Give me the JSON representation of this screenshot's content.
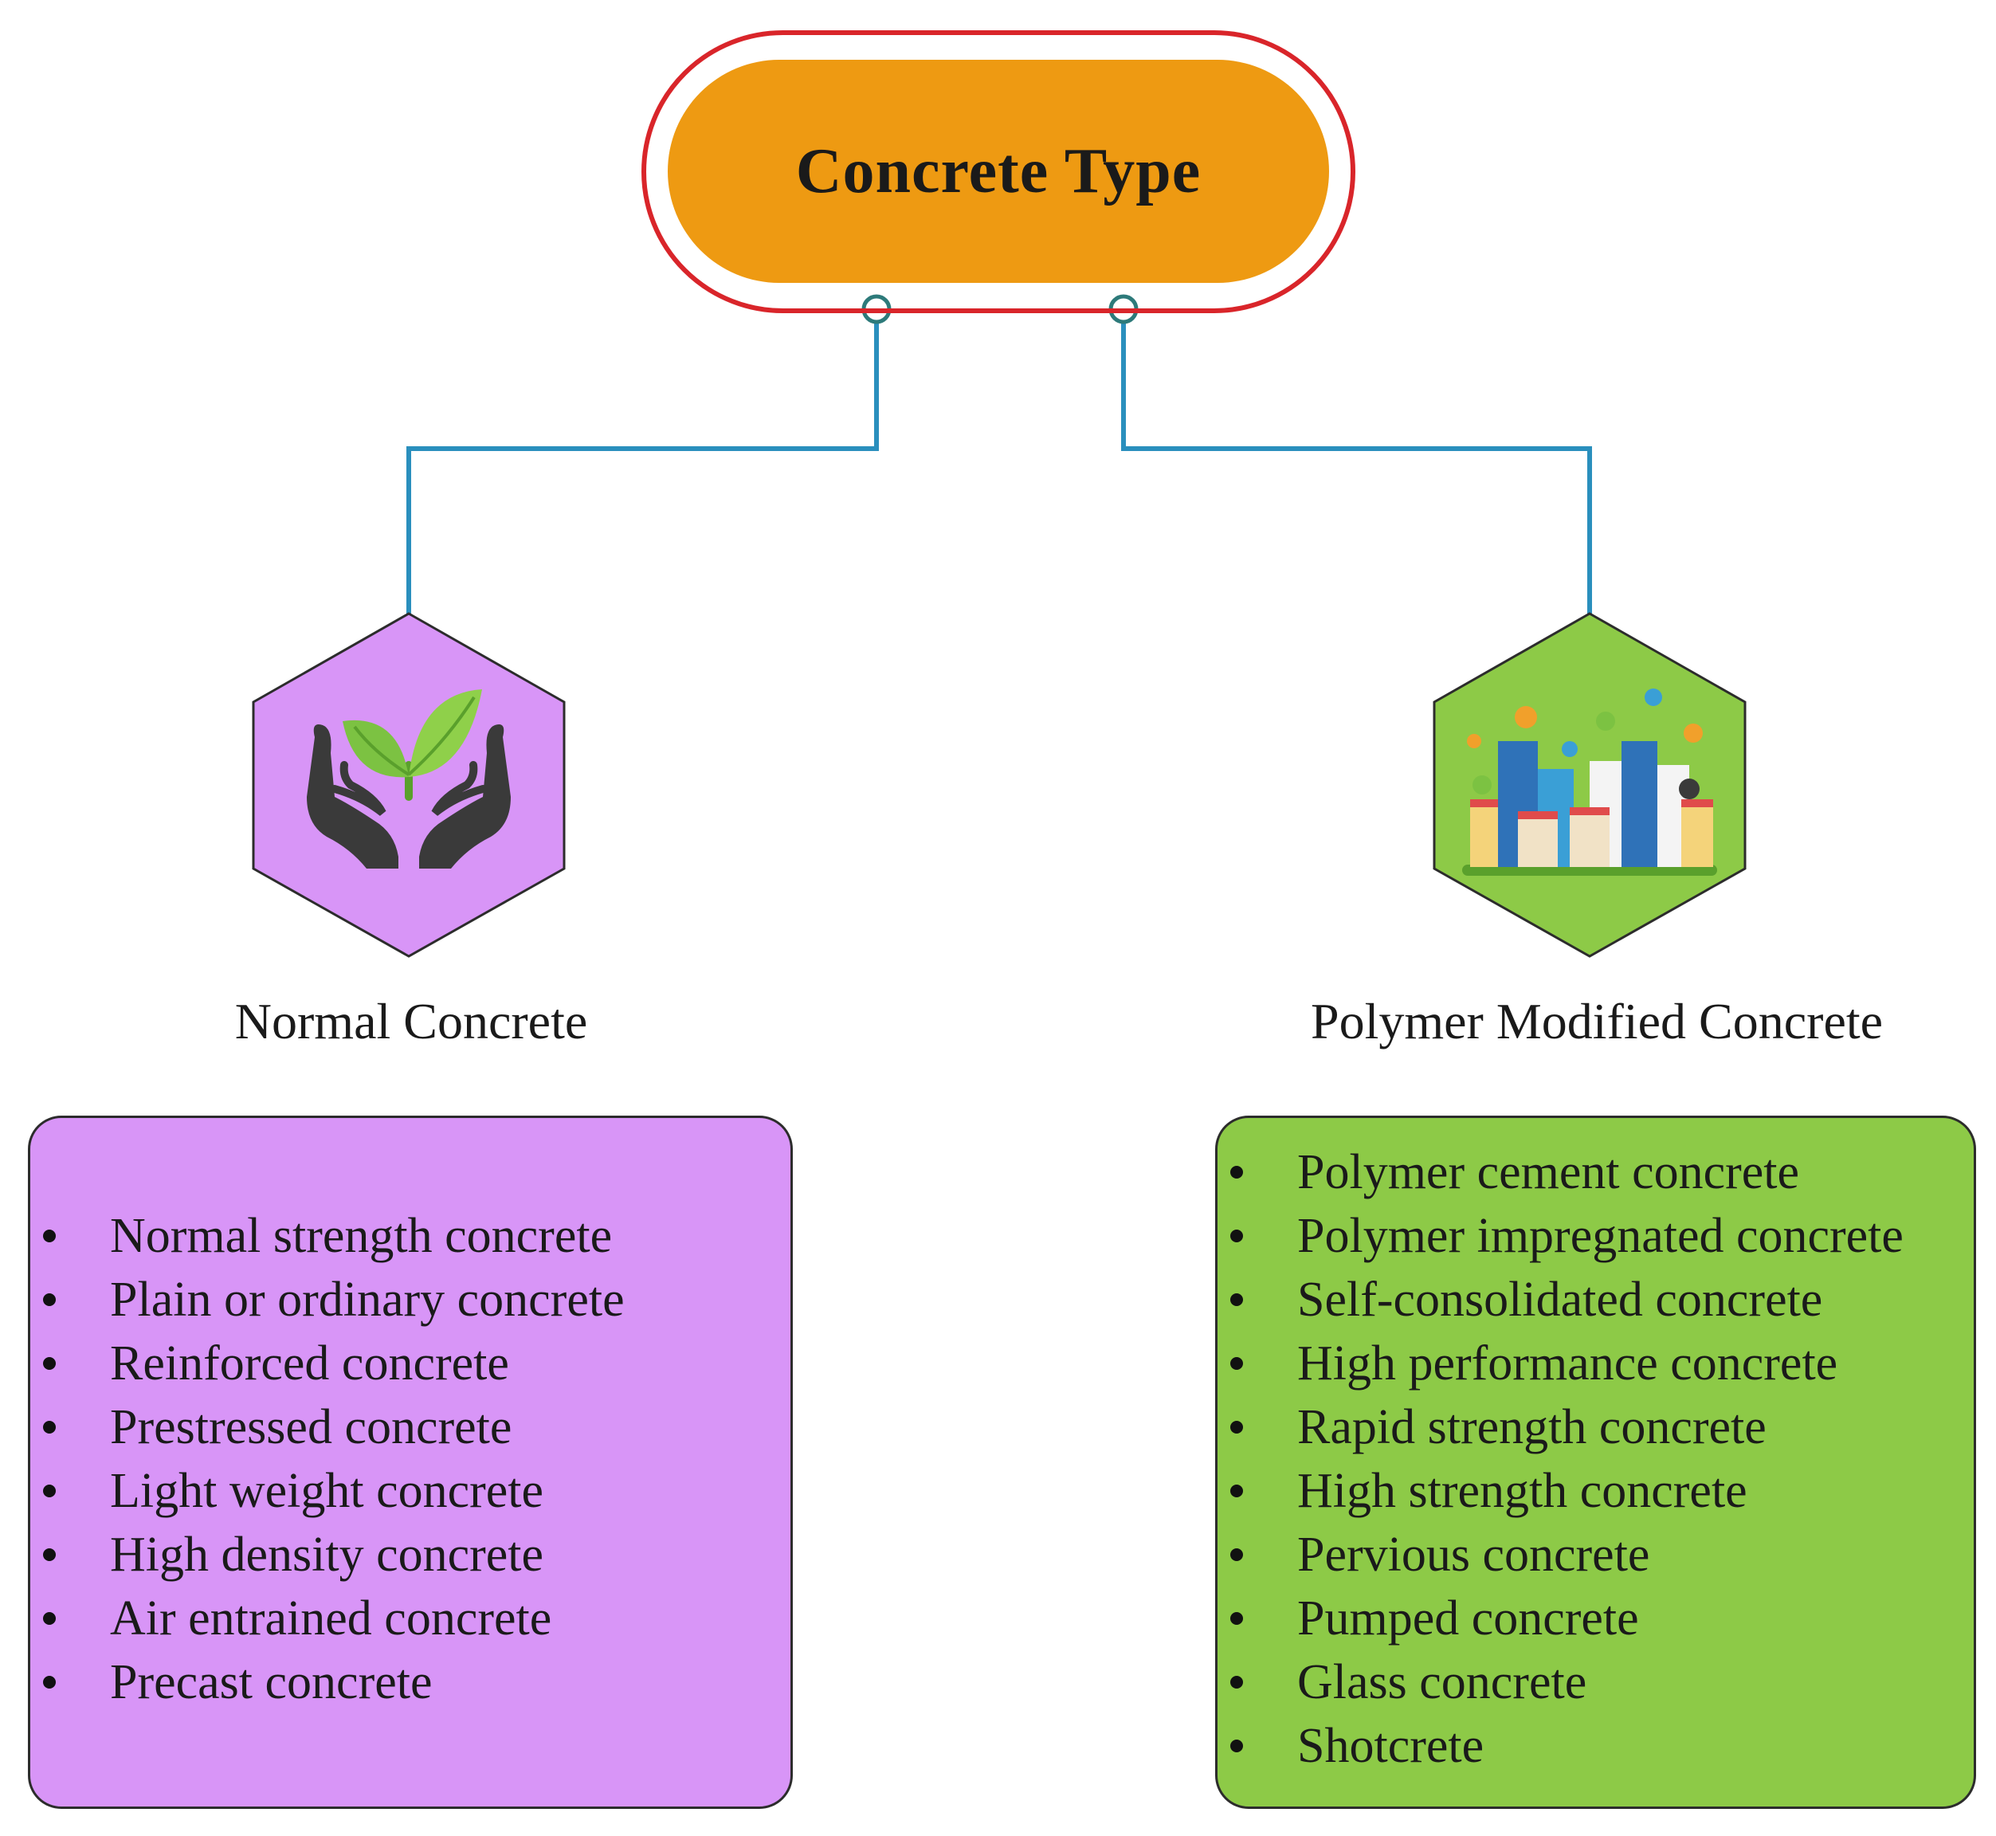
{
  "root": {
    "title": "Concrete Type"
  },
  "branches": [
    {
      "title": "Normal Concrete",
      "icon": "hands-holding-plant-icon",
      "color": "#d895f7",
      "items": [
        "Normal strength concrete",
        "Plain or ordinary concrete",
        "Reinforced concrete",
        "Prestressed concrete",
        "Light weight concrete",
        "High density concrete",
        "Air entrained concrete",
        "Precast concrete"
      ]
    },
    {
      "title": "Polymer Modified Concrete",
      "icon": "green-city-buildings-icon",
      "color": "#8dca47",
      "items": [
        "Polymer cement concrete",
        "Polymer impregnated concrete",
        "Self-consolidated concrete",
        "High performance concrete",
        "Rapid strength concrete",
        "High strength concrete",
        "Pervious concrete",
        "Pumped concrete",
        "Glass concrete",
        "Shotcrete"
      ]
    }
  ],
  "colors": {
    "root_fill": "#ee9a12",
    "root_border": "#d9252a",
    "connector": "#2a8fbd"
  }
}
